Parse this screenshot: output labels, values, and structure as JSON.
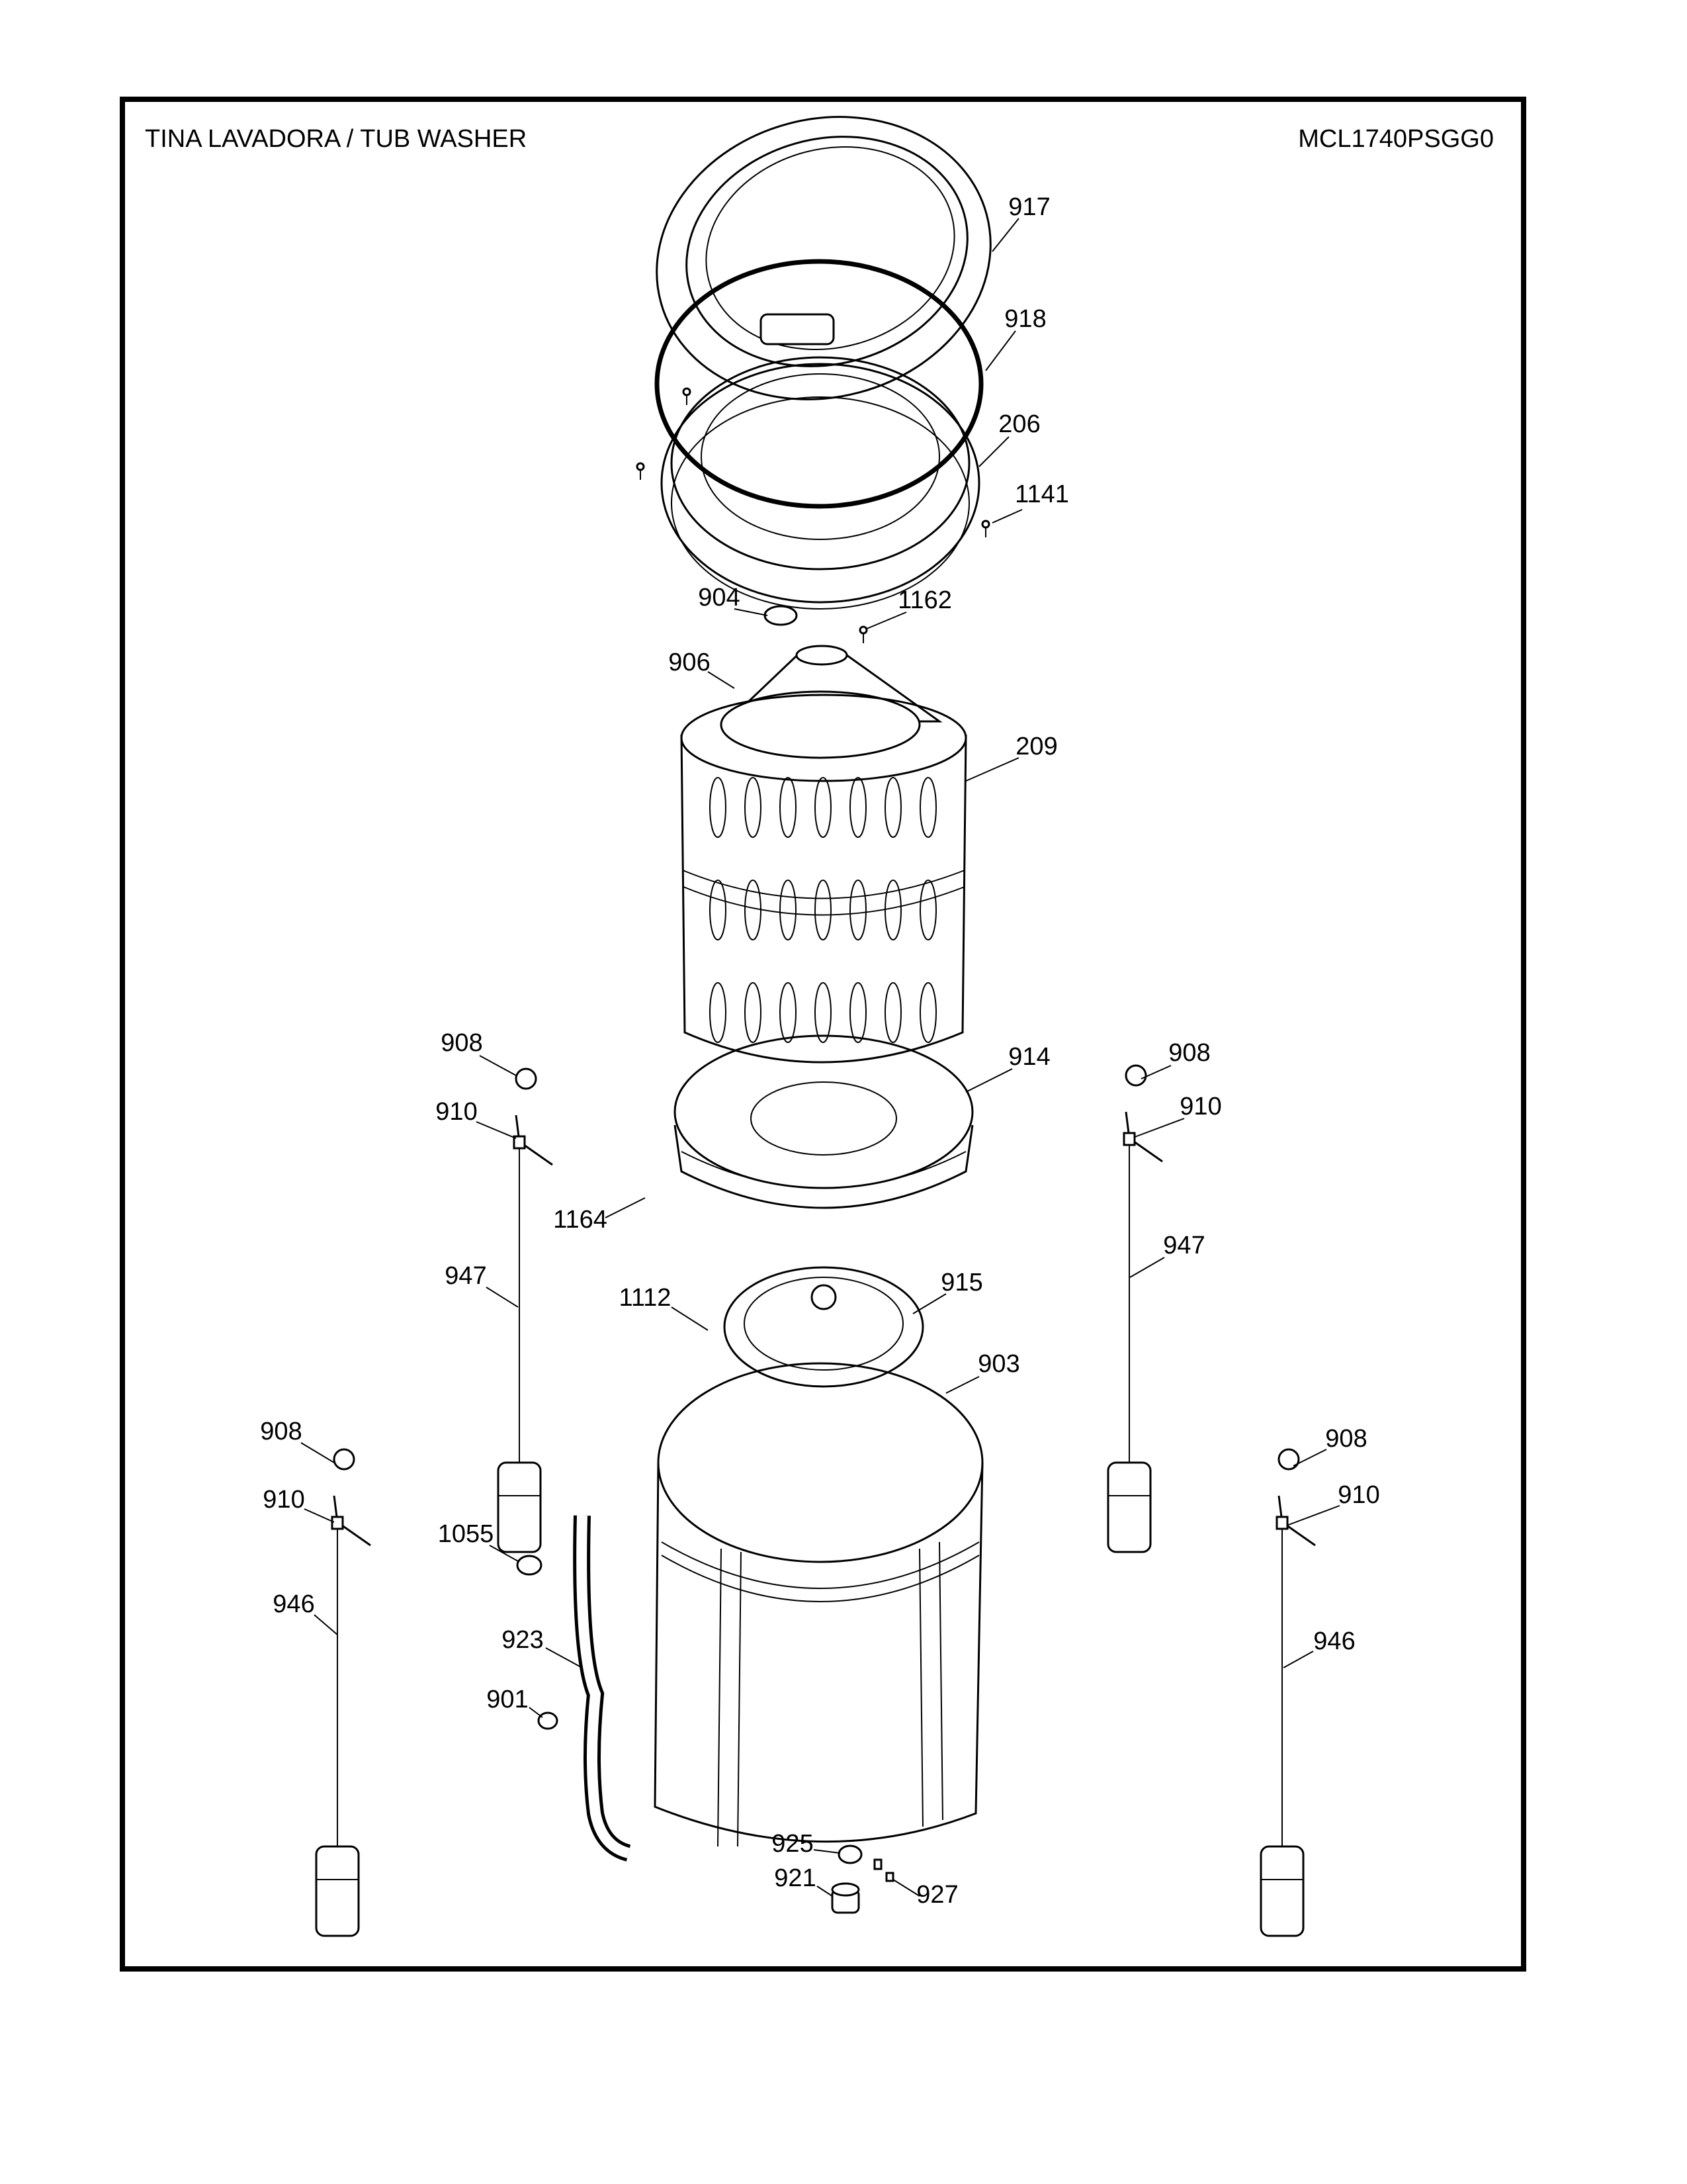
{
  "header": {
    "title": "TINA LAVADORA / TUB WASHER",
    "model": "MCL1740PSGG0"
  },
  "callouts": [
    "917",
    "918",
    "206",
    "1141",
    "904",
    "1162",
    "906",
    "209",
    "908",
    "910",
    "914",
    "908",
    "910",
    "1164",
    "947",
    "947",
    "1112",
    "915",
    "903",
    "908",
    "908",
    "910",
    "910",
    "1055",
    "946",
    "946",
    "923",
    "901",
    "925",
    "921",
    "927"
  ]
}
